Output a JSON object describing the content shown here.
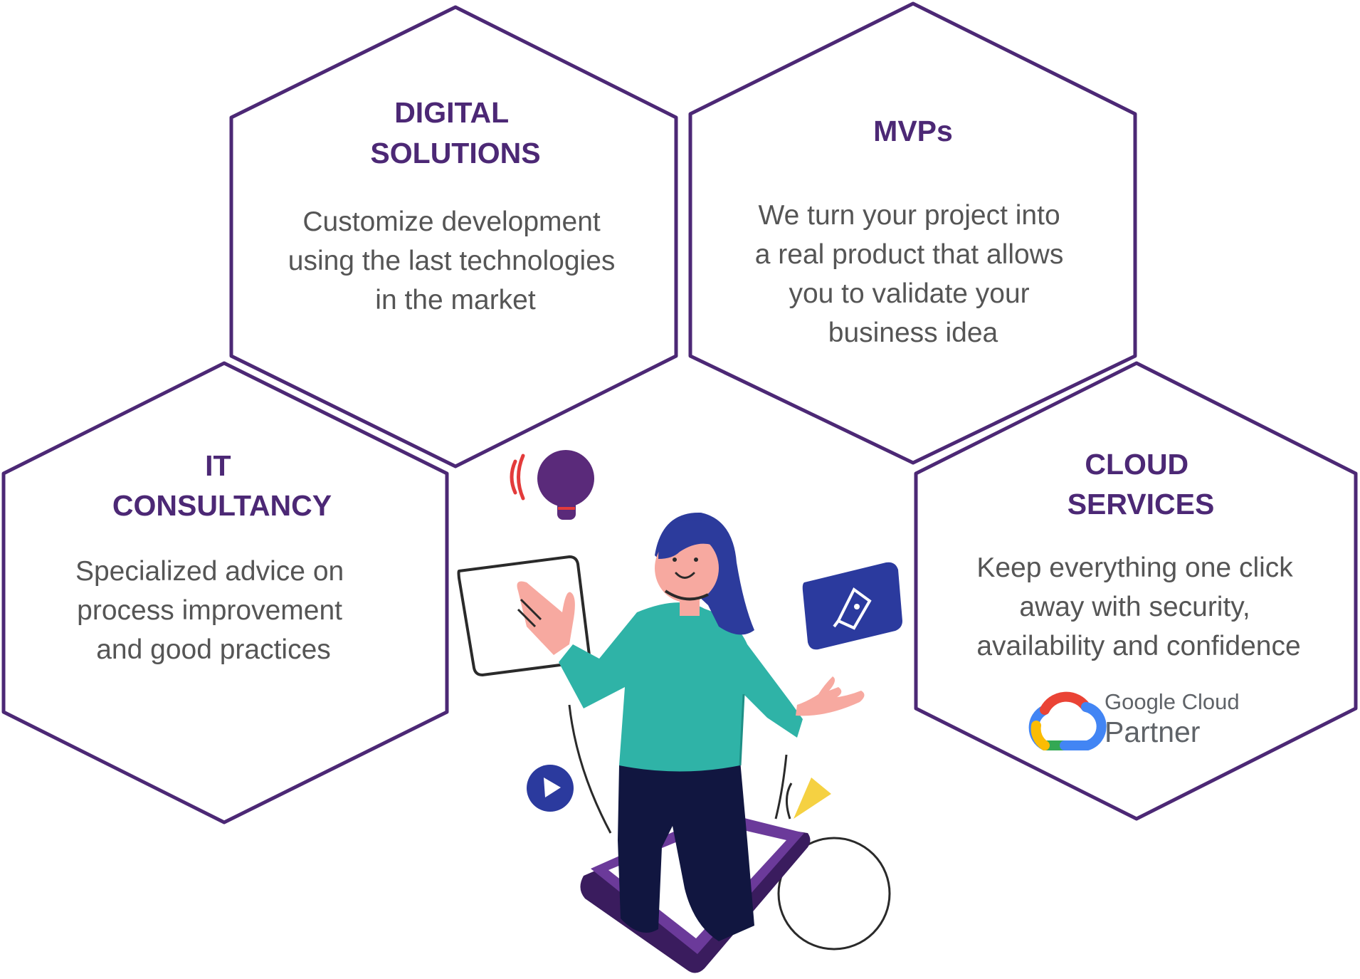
{
  "services": [
    {
      "id": "digital-solutions",
      "title_lines": [
        "DIGITAL",
        "SOLUTIONS"
      ],
      "body_lines": [
        "Customize development",
        "using the last technologies",
        "in the market"
      ]
    },
    {
      "id": "mvps",
      "title_lines": [
        "MVPs"
      ],
      "body_lines": [
        "We turn your project into",
        "a real product that allows",
        "you to validate your",
        "business idea"
      ]
    },
    {
      "id": "it-consultancy",
      "title_lines": [
        "IT",
        "CONSULTANCY"
      ],
      "body_lines": [
        "Specialized advice on",
        "process improvement",
        "and good practices"
      ]
    },
    {
      "id": "cloud-services",
      "title_lines": [
        "CLOUD",
        "SERVICES"
      ],
      "body_lines": [
        "Keep everything one click",
        "away with security,",
        "availability and confidence"
      ]
    }
  ],
  "partner_badge": {
    "line1": "Google Cloud",
    "line2": "Partner",
    "logo_colors": [
      "#ea4335",
      "#fbbc04",
      "#34a853",
      "#4285f4"
    ]
  },
  "colors": {
    "hex_border": "#4c2875",
    "title": "#4c2875",
    "body_text": "#555555",
    "sweater": "#2fb3a7",
    "pants": "#111640",
    "hair": "#2c3b9c",
    "skin": "#f7a9a0",
    "bulb": "#5a2a7a",
    "accent_blue": "#2b3a9e",
    "accent_yellow": "#f5d142",
    "accent_red": "#e33b3b"
  },
  "illustration_icons": [
    "lightbulb-icon",
    "pen-tool-icon",
    "play-icon",
    "paper-plane-icon"
  ]
}
